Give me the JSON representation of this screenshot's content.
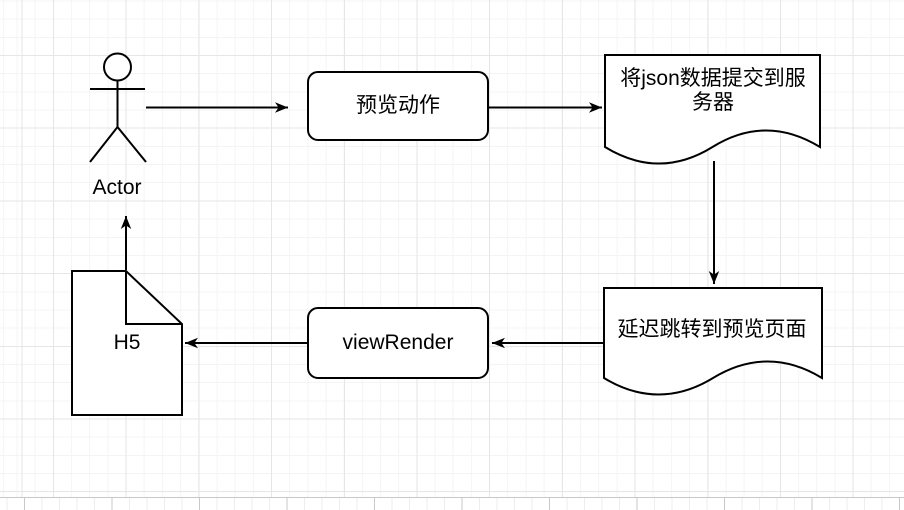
{
  "canvas": {
    "colors": {
      "stroke": "#000000",
      "fill": "#ffffff",
      "text": "#000000",
      "grid_minor": "#f4f4f4",
      "grid_major": "#e6e6e6",
      "page_edge": "#c8c8c8",
      "offpage_minor": "#ededed",
      "offpage_major": "#c8c8c8"
    }
  },
  "nodes": {
    "actor": {
      "label": "Actor",
      "type": "uml-actor"
    },
    "preview_action": {
      "label": "预览动作",
      "type": "rounded-rectangle"
    },
    "submit_json": {
      "label": "将json数据提交到服务器",
      "type": "document"
    },
    "delay_redirect": {
      "label": "延迟跳转到预览页面",
      "type": "document"
    },
    "view_render": {
      "label": "viewRender",
      "type": "rounded-rectangle"
    },
    "h5": {
      "label": "H5",
      "type": "note"
    }
  },
  "edges": [
    {
      "from": "actor",
      "to": "preview_action",
      "direction": "right"
    },
    {
      "from": "preview_action",
      "to": "submit_json",
      "direction": "right"
    },
    {
      "from": "submit_json",
      "to": "delay_redirect",
      "direction": "down"
    },
    {
      "from": "delay_redirect",
      "to": "view_render",
      "direction": "left"
    },
    {
      "from": "view_render",
      "to": "h5",
      "direction": "left"
    },
    {
      "from": "h5",
      "to": "actor",
      "direction": "up"
    }
  ]
}
